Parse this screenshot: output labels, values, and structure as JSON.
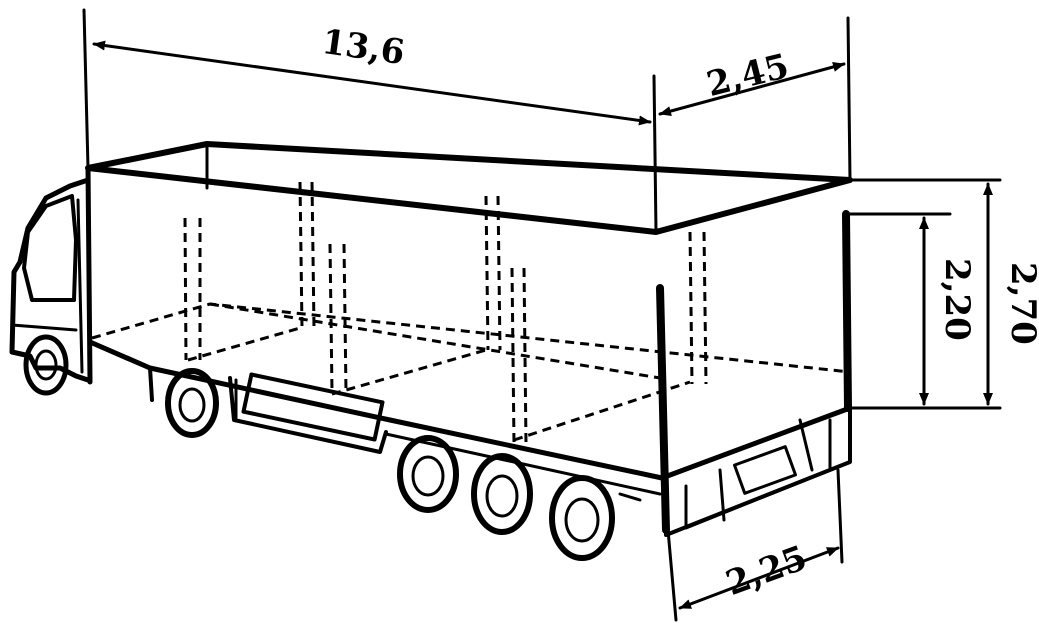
{
  "dimensions": {
    "length": "13,6",
    "width_top": "2,45",
    "inner_height": "2,20",
    "outer_height": "2,70",
    "width_bottom": "2,25"
  },
  "colors": {
    "ink": "#000000",
    "background": "#ffffff"
  }
}
